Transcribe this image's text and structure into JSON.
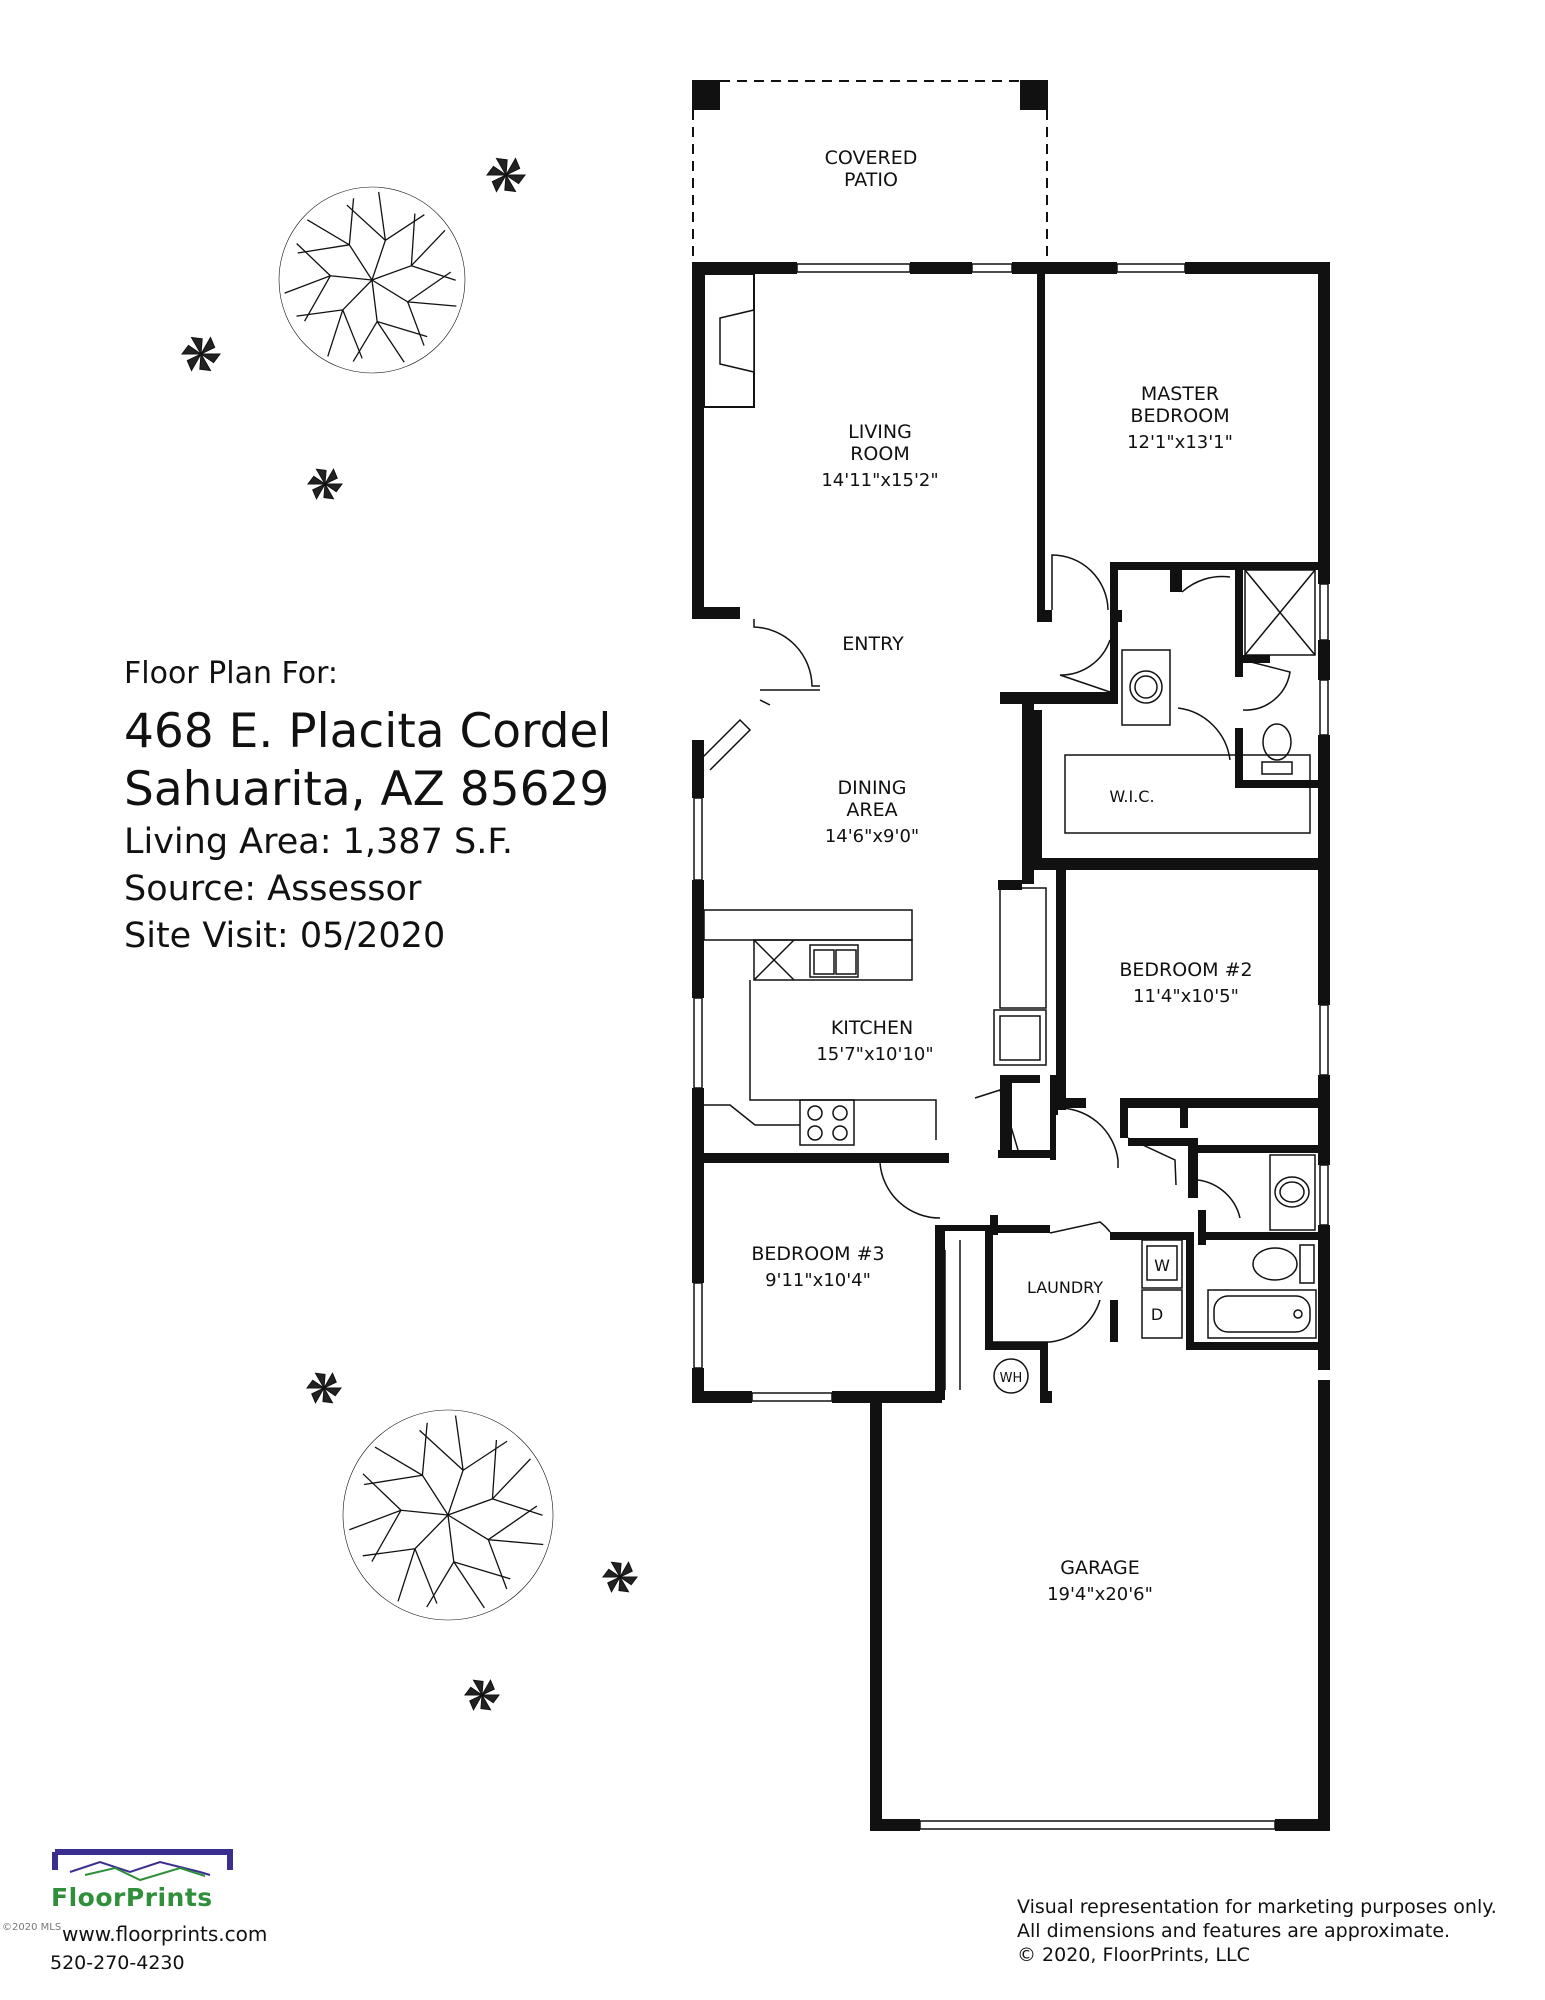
{
  "property": {
    "heading": "Floor Plan For:",
    "address_line1": "468 E. Placita Cordel",
    "address_line2": "Sahuarita, AZ  85629",
    "living_area": "Living Area:  1,387 S.F.",
    "source": "Source:  Assessor",
    "site_visit": "Site Visit:  05/2020"
  },
  "rooms": {
    "covered_patio": {
      "line1": "COVERED",
      "line2": "PATIO"
    },
    "living_room": {
      "line1": "LIVING",
      "line2": "ROOM",
      "dims": "14'11\"x15'2\""
    },
    "master_bedroom": {
      "line1": "MASTER",
      "line2": "BEDROOM",
      "dims": "12'1\"x13'1\""
    },
    "entry": {
      "line1": "ENTRY"
    },
    "wic": {
      "line1": "W.I.C."
    },
    "dining_area": {
      "line1": "DINING",
      "line2": "AREA",
      "dims": "14'6\"x9'0\""
    },
    "bedroom2": {
      "line1": "BEDROOM #2",
      "dims": "11'4\"x10'5\""
    },
    "kitchen": {
      "line1": "KITCHEN",
      "dims": "15'7\"x10'10\""
    },
    "bedroom3": {
      "line1": "BEDROOM #3",
      "dims": "9'11\"x10'4\""
    },
    "laundry": {
      "line1": "LAUNDRY"
    },
    "garage": {
      "line1": "GARAGE",
      "dims": "19'4\"x20'6\""
    }
  },
  "fixtures": {
    "washer": "W",
    "dryer": "D",
    "water_heater": "WH"
  },
  "branding": {
    "name": "FloorPrints",
    "website": "www.floorprints.com",
    "phone": "520-270-4230",
    "watermark": "©2020 MLS",
    "roof_color": "#3a2f8f",
    "name_color": "#2f8f3a"
  },
  "disclaimer": {
    "line1": "Visual representation for marketing purposes only.",
    "line2": "All dimensions and features are approximate.",
    "line3": "© 2020, FloorPrints, LLC"
  }
}
